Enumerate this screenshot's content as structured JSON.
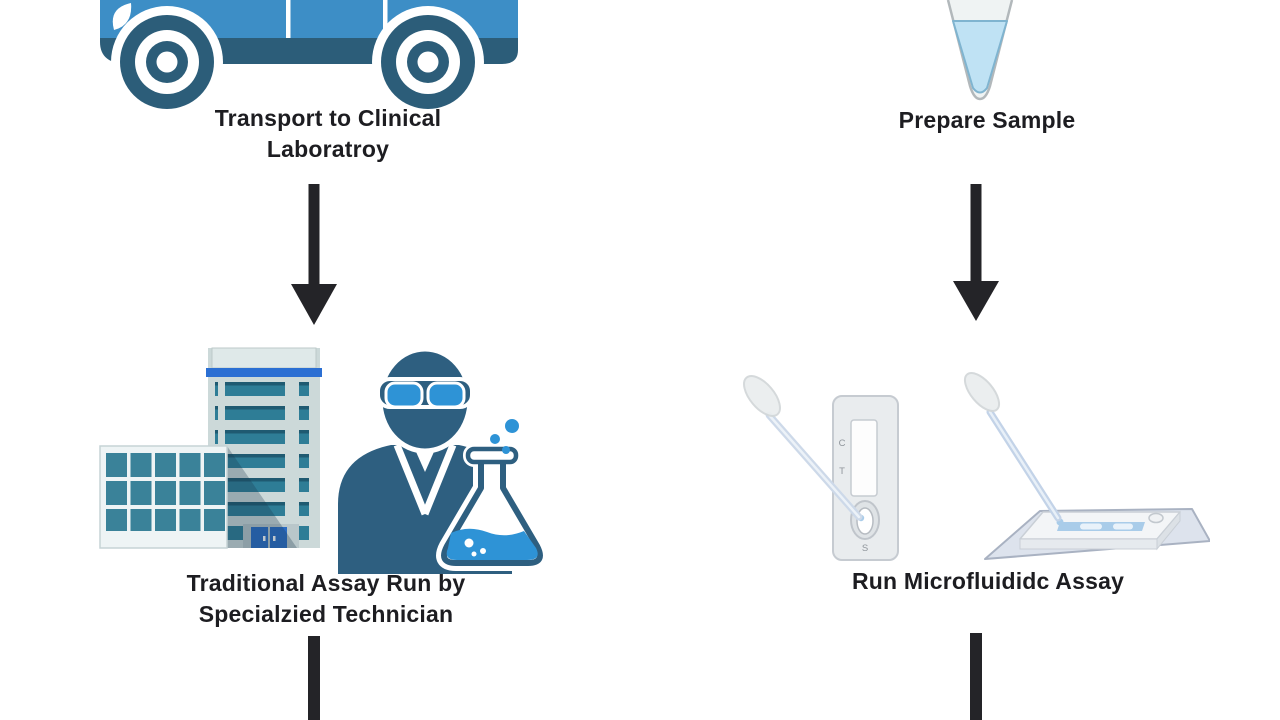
{
  "diagram": {
    "background": "#ffffff",
    "text_color": "#1d1d21",
    "arrow_color": "#242428",
    "workflows": {
      "traditional": {
        "step_transport": {
          "icon": "delivery-van-icon",
          "label": "Transport to Clinical\nLaboratroy"
        },
        "step_assay": {
          "icon": "clinical-lab-technician-icon",
          "label": "Traditional Assay Run by\nSpecialzied Technician"
        }
      },
      "microfluidic": {
        "step_prepare": {
          "icon": "sample-tube-icon",
          "label": "Prepare Sample"
        },
        "step_assay": {
          "icon": "microfluidic-chip-icon",
          "label": "Run Microfluididc Assay"
        }
      }
    },
    "cassette_labels": {
      "control_line": "C",
      "test_line": "T",
      "sample_well": "S"
    },
    "colors": {
      "van_body_blue": "#3d8ec6",
      "van_dark": "#2c5d79",
      "technician_dark": "#2e5f80",
      "flask_blue": "#2e93d6",
      "building_window_teal": "#2e7d96",
      "building_stripe_blue": "#2b6fd3",
      "annex_window_teal": "#3a8299",
      "door_blue": "#2a6cc4",
      "tube_liquid_blue": "#bfe2f4",
      "channel_blue": "#a9cce9"
    }
  }
}
